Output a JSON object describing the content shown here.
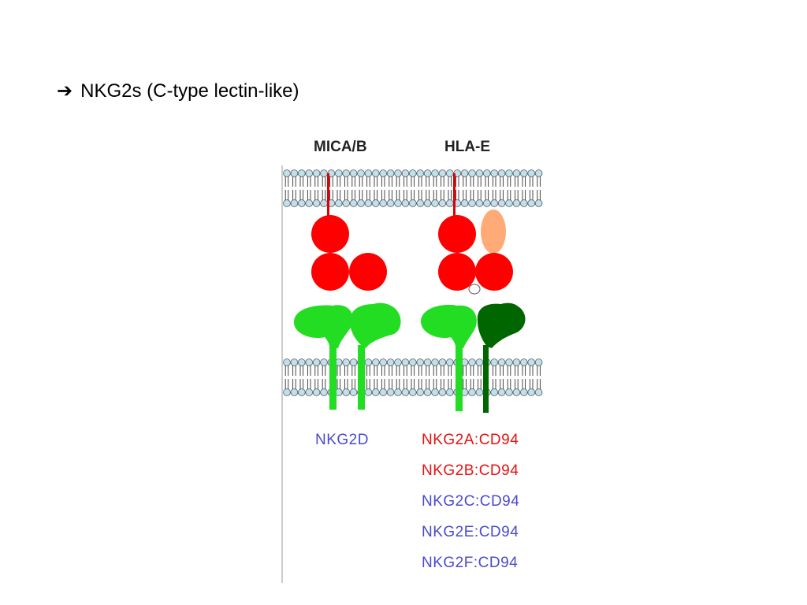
{
  "heading": {
    "bullet_icon": "➔",
    "text": "NKG2s (C-type lectin-like)"
  },
  "figure": {
    "ligands": [
      {
        "label": "MICA/B"
      },
      {
        "label": "HLA-E"
      }
    ],
    "receptors": [
      {
        "label": "NKG2D",
        "color": "#4a4ad0"
      },
      {
        "label": "NKG2A:CD94",
        "color": "#e81010"
      },
      {
        "label": "NKG2B:CD94",
        "color": "#e81010"
      },
      {
        "label": "NKG2C:CD94",
        "color": "#4a4ad0"
      },
      {
        "label": "NKG2E:CD94",
        "color": "#4a4ad0"
      },
      {
        "label": "NKG2F:CD94",
        "color": "#4a4ad0"
      }
    ],
    "colors": {
      "ligand_domain": "#ff0000",
      "beta2m": "#ffaa77",
      "receptor_light": "#22dd22",
      "receptor_dark": "#006600",
      "lipid_head": "#bfe0ec"
    }
  }
}
